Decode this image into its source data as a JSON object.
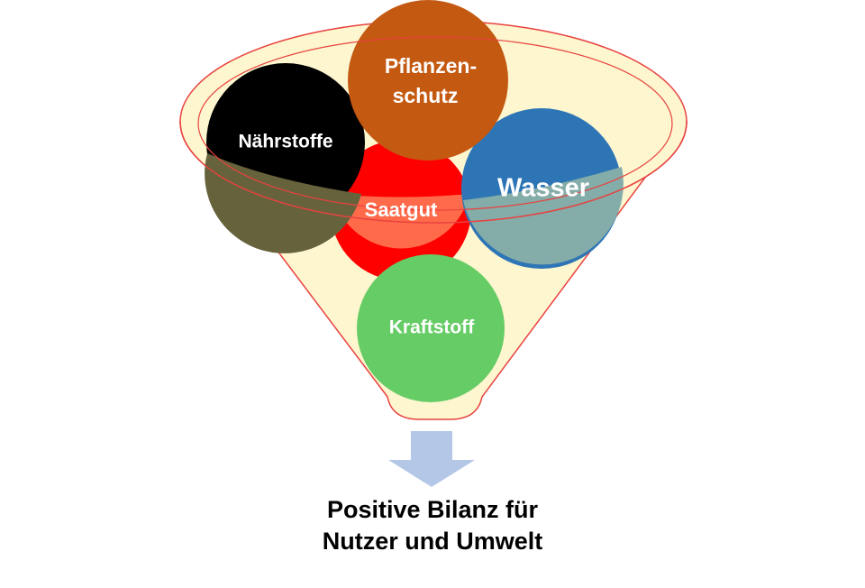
{
  "circles": {
    "naehrstoffe": "Nährstoffe",
    "pflanzenschutz_line1": "Pflanzen-",
    "pflanzenschutz_line2": "schutz",
    "saatgut": "Saatgut",
    "wasser": "Wasser",
    "kraftstoff": "Kraftstoff"
  },
  "result": {
    "line1": "Positive Bilanz für",
    "line2": "Nutzer und Umwelt"
  },
  "colors": {
    "funnel_fill": "#fdf6cf",
    "funnel_stroke": "#e8423f",
    "naehrstoffe": "#000000",
    "pflanzenschutz": "#c45911",
    "saatgut": "#ff0000",
    "wasser": "#2e75b6",
    "kraftstoff": "#66cc66",
    "arrow": "#b4c7e7"
  }
}
